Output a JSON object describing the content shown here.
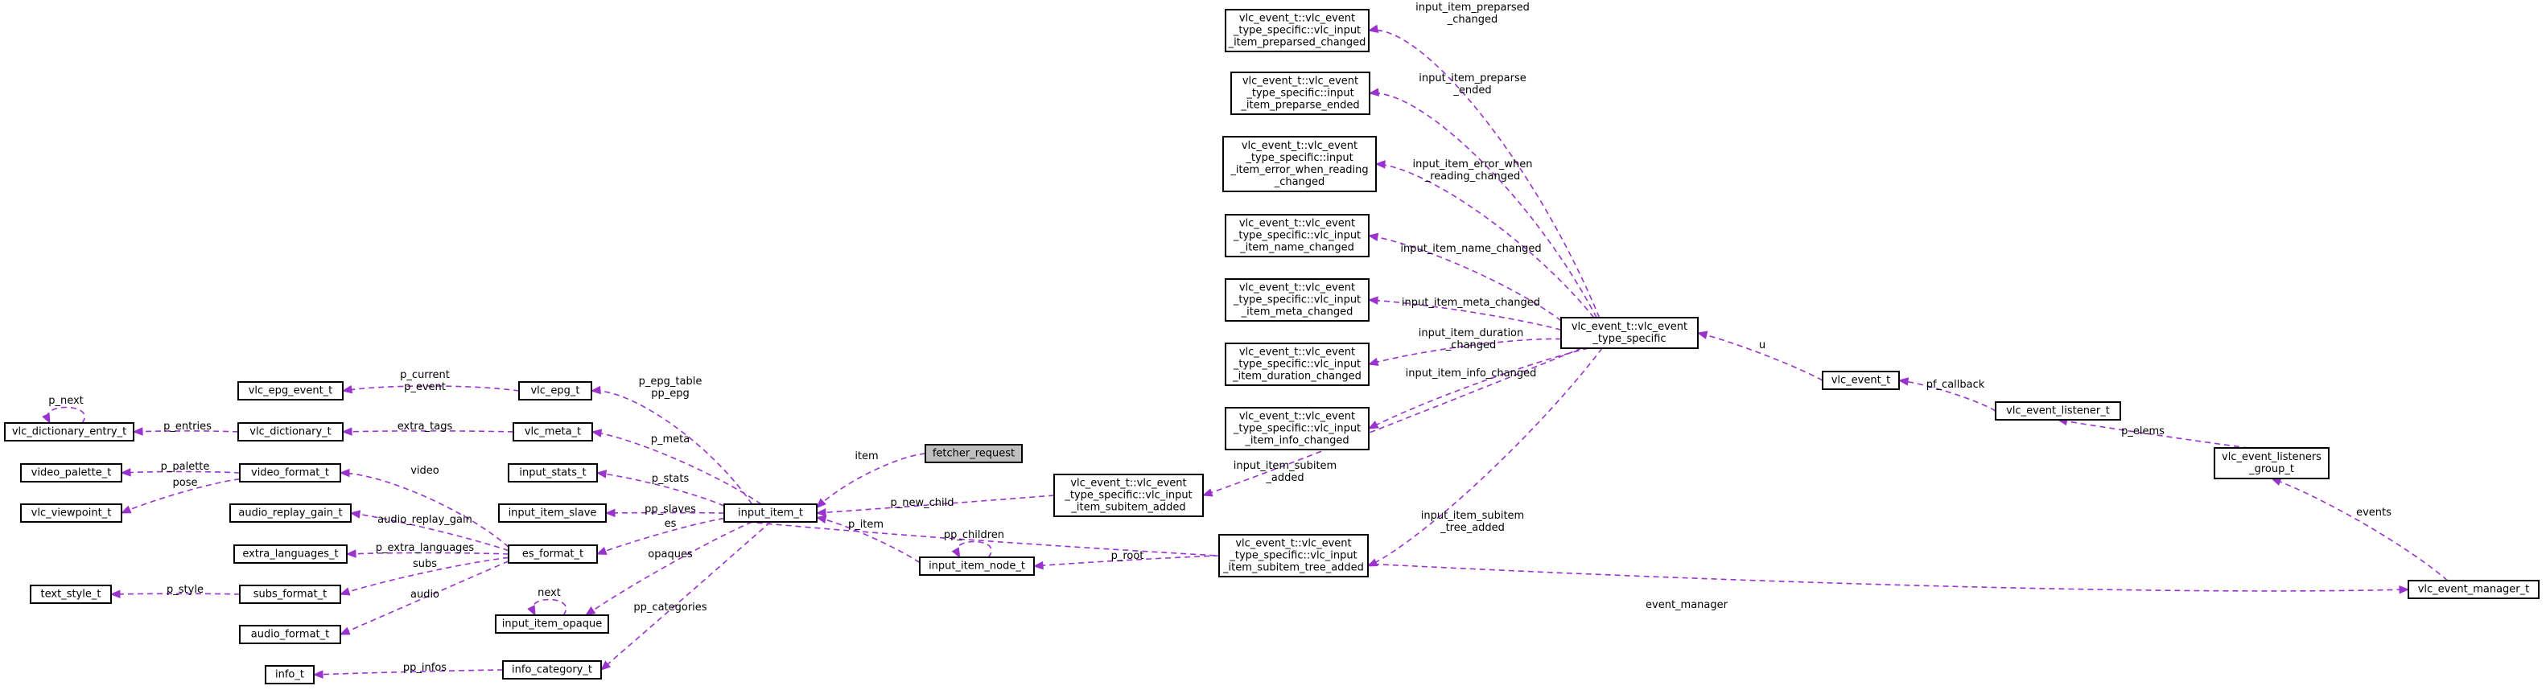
{
  "nodes": {
    "fetcher_request": [
      "fetcher_request"
    ],
    "input_item_t": [
      "input_item_t"
    ],
    "vlc_epg_t": [
      "vlc_epg_t"
    ],
    "vlc_meta_t": [
      "vlc_meta_t"
    ],
    "input_stats_t": [
      "input_stats_t"
    ],
    "input_item_slave": [
      "input_item_slave"
    ],
    "es_format_t": [
      "es_format_t"
    ],
    "input_item_opaque": [
      "input_item_opaque"
    ],
    "info_category_t": [
      "info_category_t"
    ],
    "vlc_epg_event_t": [
      "vlc_epg_event_t"
    ],
    "vlc_dictionary_t": [
      "vlc_dictionary_t"
    ],
    "vlc_dictionary_entry_t": [
      "vlc_dictionary_entry_t"
    ],
    "video_palette_t": [
      "video_palette_t"
    ],
    "vlc_viewpoint_t": [
      "vlc_viewpoint_t"
    ],
    "video_format_t": [
      "video_format_t"
    ],
    "audio_replay_gain_t": [
      "audio_replay_gain_t"
    ],
    "extra_languages_t": [
      "extra_languages_t"
    ],
    "subs_format_t": [
      "subs_format_t"
    ],
    "text_style_t": [
      "text_style_t"
    ],
    "audio_format_t": [
      "audio_format_t"
    ],
    "info_t": [
      "info_t"
    ],
    "input_item_node_t": [
      "input_item_node_t"
    ],
    "subitem_added": [
      "vlc_event_t::vlc_event",
      "_type_specific::vlc_input",
      "_item_subitem_added"
    ],
    "subitem_tree_added": [
      "vlc_event_t::vlc_event",
      "_type_specific::vlc_input",
      "_item_subitem_tree_added"
    ],
    "preparsed_changed": [
      "vlc_event_t::vlc_event",
      "_type_specific::vlc_input",
      "_item_preparsed_changed"
    ],
    "preparse_ended": [
      "vlc_event_t::vlc_event",
      "_type_specific::input",
      "_item_preparse_ended"
    ],
    "error_when_reading": [
      "vlc_event_t::vlc_event",
      "_type_specific::input",
      "_item_error_when_reading",
      "_changed"
    ],
    "name_changed": [
      "vlc_event_t::vlc_event",
      "_type_specific::vlc_input",
      "_item_name_changed"
    ],
    "meta_changed": [
      "vlc_event_t::vlc_event",
      "_type_specific::vlc_input",
      "_item_meta_changed"
    ],
    "duration_changed": [
      "vlc_event_t::vlc_event",
      "_type_specific::vlc_input",
      "_item_duration_changed"
    ],
    "info_changed": [
      "vlc_event_t::vlc_event",
      "_type_specific::vlc_input",
      "_item_info_changed"
    ],
    "type_specific": [
      "vlc_event_t::vlc_event",
      "_type_specific"
    ],
    "vlc_event_t": [
      "vlc_event_t"
    ],
    "vlc_event_listener_t": [
      "vlc_event_listener_t"
    ],
    "listeners_group": [
      "vlc_event_listeners",
      "_group_t"
    ],
    "vlc_event_manager_t": [
      "vlc_event_manager_t"
    ]
  },
  "edges": {
    "item": [
      "item"
    ],
    "p_epg_table": [
      "p_epg_table",
      "pp_epg"
    ],
    "p_meta": [
      "p_meta"
    ],
    "p_stats": [
      "p_stats"
    ],
    "pp_slaves": [
      "pp_slaves"
    ],
    "es": [
      "es"
    ],
    "opaques": [
      "opaques"
    ],
    "pp_categories": [
      "pp_categories"
    ],
    "p_current": [
      "p_current",
      "p_event"
    ],
    "extra_tags": [
      "extra_tags"
    ],
    "p_entries": [
      "p_entries"
    ],
    "p_next": [
      "p_next"
    ],
    "p_palette": [
      "p_palette"
    ],
    "pose": [
      "pose"
    ],
    "video": [
      "video"
    ],
    "audio_replay_gain": [
      "audio_replay_gain"
    ],
    "p_extra_languages": [
      "p_extra_languages"
    ],
    "subs": [
      "subs"
    ],
    "audio": [
      "audio"
    ],
    "p_style": [
      "p_style"
    ],
    "next": [
      "next"
    ],
    "pp_infos": [
      "pp_infos"
    ],
    "p_item": [
      "p_item"
    ],
    "pp_children": [
      "pp_children"
    ],
    "p_root": [
      "p_root"
    ],
    "p_new_child": [
      "p_new_child"
    ],
    "input_item_subitem_added": [
      "input_item_subitem",
      "_added"
    ],
    "input_item_subitem_tree_added": [
      "input_item_subitem",
      "_tree_added"
    ],
    "input_item_preparsed": [
      "input_item_preparsed",
      "_changed"
    ],
    "input_item_preparse": [
      "input_item_preparse",
      "_ended"
    ],
    "input_item_error": [
      "input_item_error_when",
      "_reading_changed"
    ],
    "input_item_name_changed": [
      "input_item_name_changed"
    ],
    "input_item_meta_changed": [
      "input_item_meta_changed"
    ],
    "input_item_duration": [
      "input_item_duration",
      "_changed"
    ],
    "input_item_info_changed": [
      "input_item_info_changed"
    ],
    "u": [
      "u"
    ],
    "pf_callback": [
      "pf_callback"
    ],
    "p_elems": [
      "p_elems"
    ],
    "events": [
      "events"
    ],
    "event_manager": [
      "event_manager"
    ]
  },
  "colors": {
    "edge": "#9a32cd",
    "node_border": "#000000",
    "highlight_fill": "#bfbfbf"
  }
}
